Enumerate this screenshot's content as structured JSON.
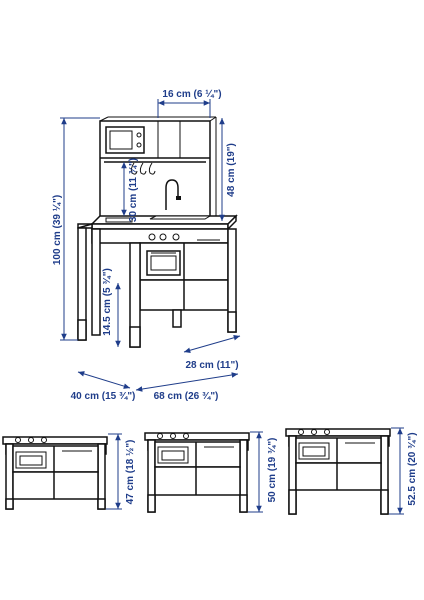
{
  "colors": {
    "dimension": "#1f3d8a",
    "outline": "#111111",
    "background": "#ffffff"
  },
  "main_view": {
    "dimensions": {
      "shelf_width": "16 cm (6 ¼\")",
      "upper_height": "48 cm (19\")",
      "faucet_clearance": "30 cm (11 ¾\")",
      "total_height": "100 cm (39 ¼\")",
      "leg_extension": "14.5 cm (5 ¾\")",
      "depth_inner": "28 cm (11\")",
      "depth": "40 cm (15 ¾\")",
      "width": "68 cm (26 ¾\")"
    }
  },
  "height_variants": [
    {
      "label": "47 cm (18 ½\")"
    },
    {
      "label": "50 cm (19 ¾\")"
    },
    {
      "label": "52.5 cm (20 ¾\")"
    }
  ]
}
